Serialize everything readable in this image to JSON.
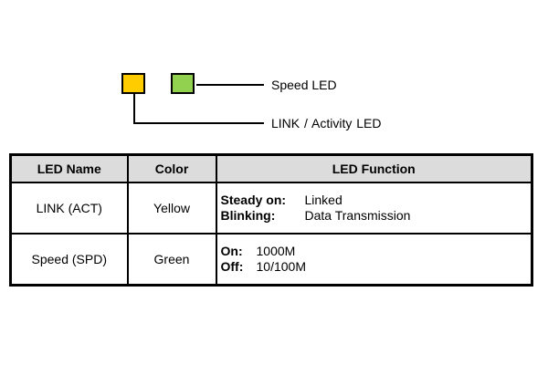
{
  "legend": {
    "leds": [
      {
        "name": "link-led",
        "color": "#FFCC00",
        "border": "#000000"
      },
      {
        "name": "speed-led",
        "color": "#92D050",
        "border": "#000000"
      }
    ],
    "speed_label": "Speed LED",
    "link_label": "LINK / Activity  LED"
  },
  "table": {
    "header_bg": "#DCDCDC",
    "headers": [
      "LED Name",
      "Color",
      "LED Function"
    ],
    "rows": [
      {
        "name": "LINK (ACT)",
        "color": "Yellow",
        "functions": [
          {
            "key": "Steady on:",
            "value": "Linked"
          },
          {
            "key": "Blinking:",
            "value": "Data Transmission"
          }
        ]
      },
      {
        "name": "Speed (SPD)",
        "color": "Green",
        "functions": [
          {
            "key": "On:",
            "value": "1000M"
          },
          {
            "key": "Off:",
            "value": "10/100M"
          }
        ]
      }
    ]
  }
}
